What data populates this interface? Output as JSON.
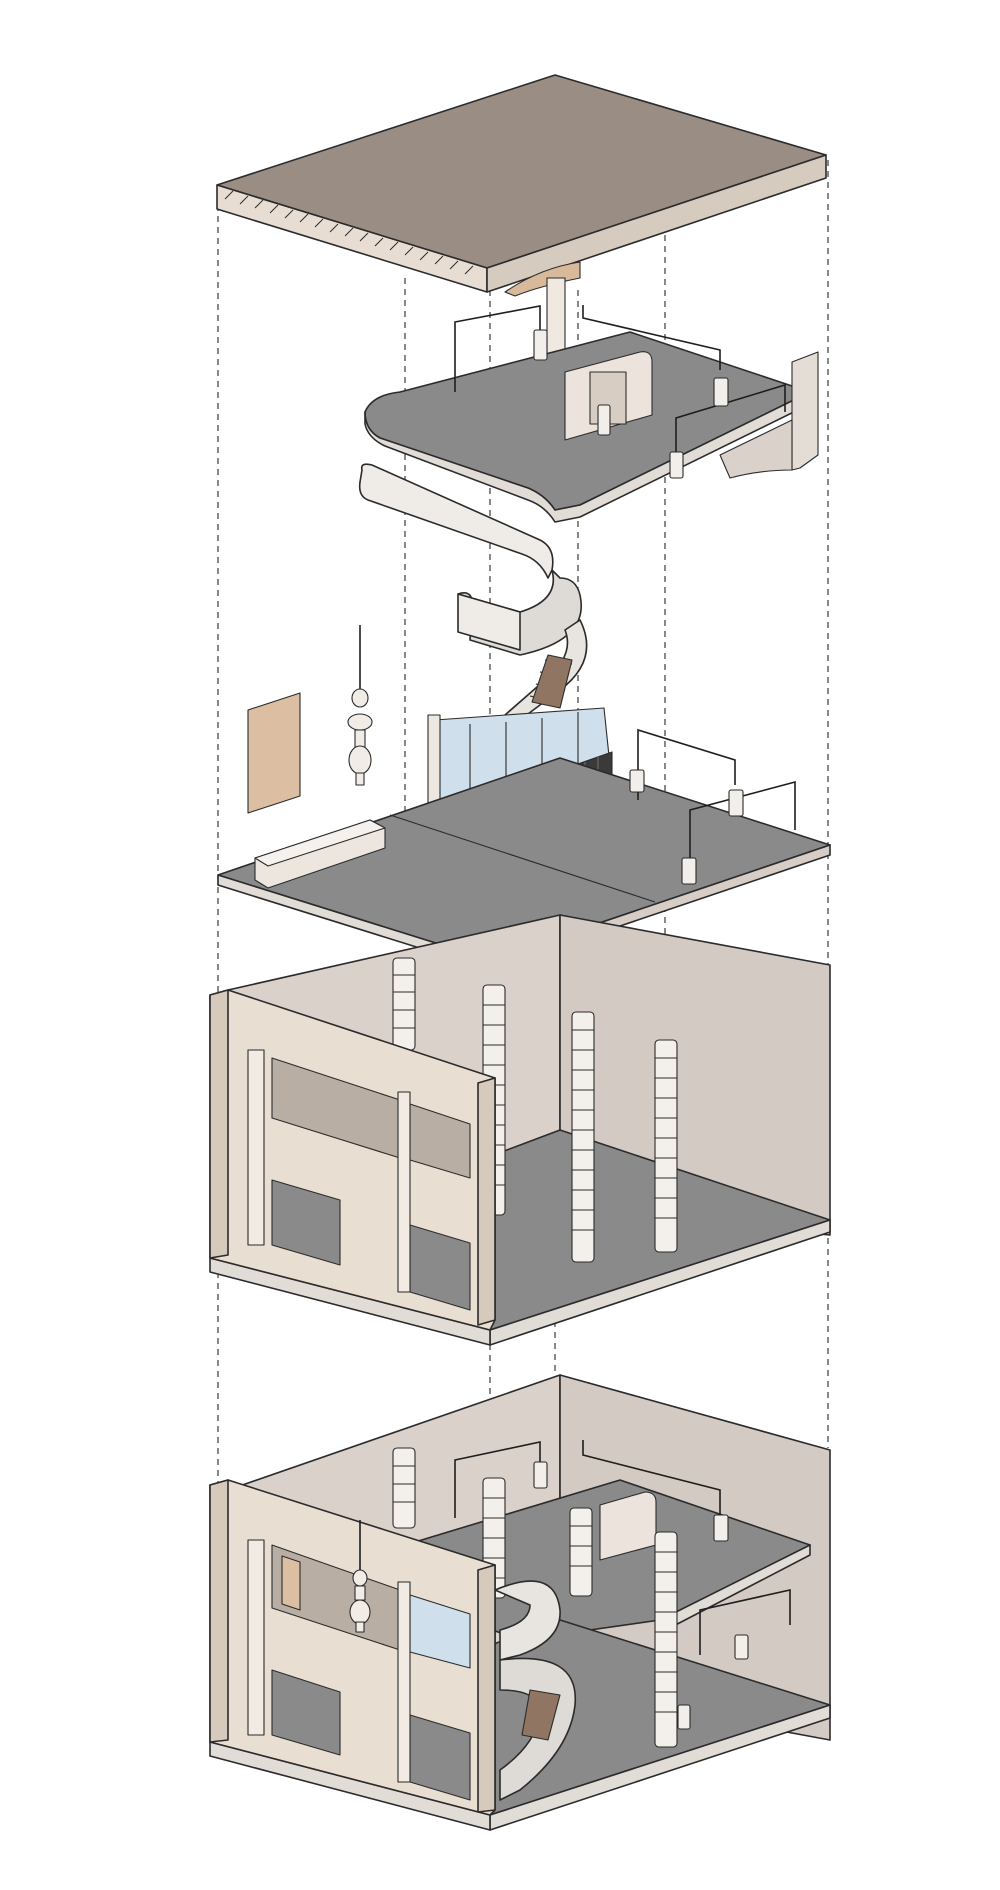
{
  "diagram": {
    "kind": "exploded-axonometric",
    "layers": [
      "roof-slab",
      "mezzanine-floor",
      "spiral-staircase",
      "upper-floor-deck",
      "lower-storey-shell",
      "assembled-building"
    ]
  },
  "palette": {
    "background": "#ffffff",
    "slab_top": "#9a8e84",
    "slab_edge": "#e7ddd3",
    "floor_gray": "#8a8a8a",
    "floor_edge": "#e2dcd6",
    "wall_light": "#d9d1ca",
    "wall_face": "#ece4dc",
    "frame_beige": "#e9ded2",
    "panel_tan": "#dcbfa3",
    "glass_blue": "#cfe0ec",
    "stair_white": "#efece8",
    "line": "#2b2b2b"
  }
}
